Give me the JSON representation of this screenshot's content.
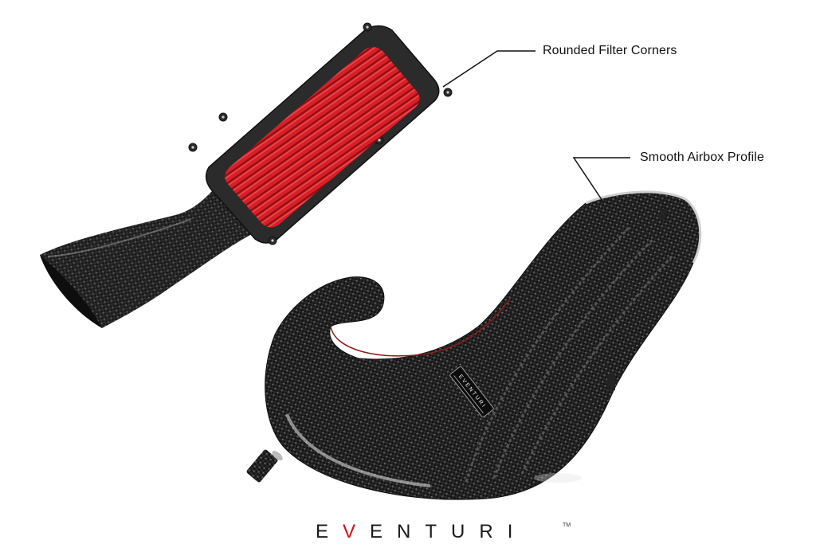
{
  "callouts": [
    {
      "label": "Rounded Filter Corners",
      "target": "intake-filter-frame-corner"
    },
    {
      "label": "Smooth Airbox Profile",
      "target": "airbox-rim"
    }
  ],
  "brand": {
    "letters_before": "E",
    "accent_letter": "V",
    "letters_after": "ENTURI",
    "trademark": "TM",
    "accent_color": "#d0111b"
  },
  "badge": {
    "text": "EVENTURI"
  },
  "colors": {
    "background": "#ffffff",
    "filter_red": "#d61f26",
    "carbon_dark": "#1c1c1c",
    "frame_black": "#2a2a2a"
  }
}
